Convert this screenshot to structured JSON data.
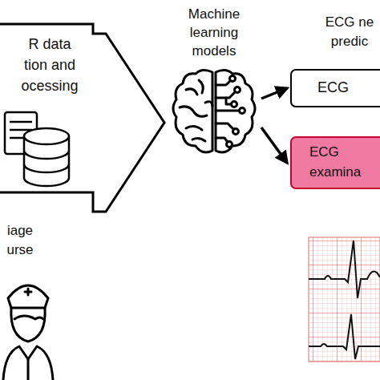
{
  "diagram": {
    "nodes": [
      {
        "text": [
          "R data tion and ocessing"
        ]
      },
      {
        "text": [
          "Machine learning models"
        ]
      },
      {
        "text": [
          "ECG"
        ]
      },
      {
        "text": [
          "ECG examina"
        ]
      }
    ],
    "edges": [
      {
        "from": 1,
        "to": 2,
        "arrow": "to"
      },
      {
        "from": 1,
        "to": 3,
        "arrow": "to"
      }
    ],
    "labels": [
      "ECG ne predic",
      "iage urse"
    ]
  }
}
